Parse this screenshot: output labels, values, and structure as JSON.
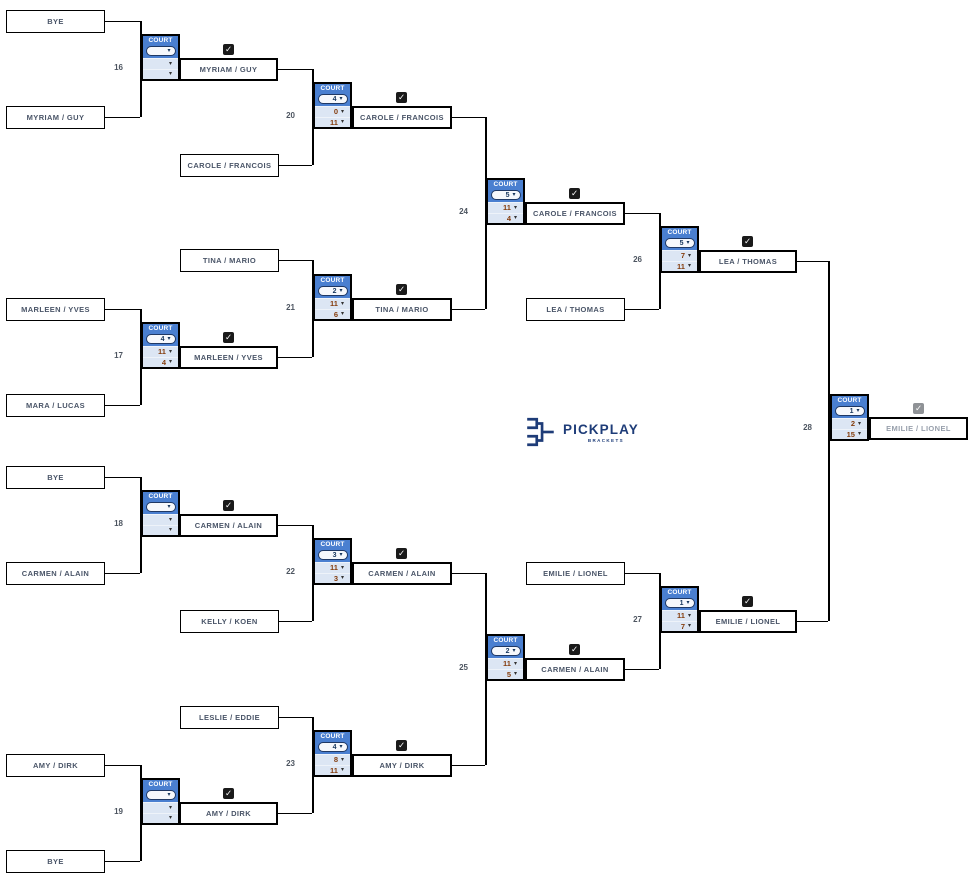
{
  "glyphs": {
    "dropdown_arrow": "▾",
    "check": "✓"
  },
  "court_widget": {
    "title": "COURT"
  },
  "logo": {
    "title": "PICKPLAY",
    "subtitle": "BRACKETS"
  },
  "colors": {
    "court_header_blue": "#4a7fd0",
    "score_row_bg": "#dce6f4",
    "score_text": "#843c0c",
    "team_text": "#4a5568",
    "logo_navy": "#1e3c78",
    "checkbox_done": "#1a1a1a",
    "checkbox_pending": "#8f9296"
  },
  "teams": {
    "bye": "BYE",
    "myriam_guy": "MYRIAM / GUY",
    "carole_francois": "CAROLE / FRANCOIS",
    "tina_mario": "TINA / MARIO",
    "marleen_yves": "MARLEEN / YVES",
    "mara_lucas": "MARA / LUCAS",
    "lea_thomas": "LEA / THOMAS",
    "carmen_alain": "CARMEN / ALAIN",
    "kelly_koen": "KELLY / KOEN",
    "emilie_lionel": "EMILIE / LIONEL",
    "leslie_eddie": "LESLIE / EDDIE",
    "amy_dirk": "AMY / DIRK"
  },
  "matches": {
    "m16": {
      "number": "16",
      "court": "",
      "score1": "",
      "score2": "",
      "winner": "MYRIAM / GUY"
    },
    "m17": {
      "number": "17",
      "court": "4",
      "score1": "11",
      "score2": "4",
      "winner": "MARLEEN / YVES"
    },
    "m18": {
      "number": "18",
      "court": "",
      "score1": "",
      "score2": "",
      "winner": "CARMEN / ALAIN"
    },
    "m19": {
      "number": "19",
      "court": "",
      "score1": "",
      "score2": "",
      "winner": "AMY / DIRK"
    },
    "m20": {
      "number": "20",
      "court": "4",
      "score1": "0",
      "score2": "11",
      "winner": "CAROLE / FRANCOIS"
    },
    "m21": {
      "number": "21",
      "court": "2",
      "score1": "11",
      "score2": "6",
      "winner": "TINA / MARIO"
    },
    "m22": {
      "number": "22",
      "court": "3",
      "score1": "11",
      "score2": "3",
      "winner": "CARMEN / ALAIN"
    },
    "m23": {
      "number": "23",
      "court": "4",
      "score1": "8",
      "score2": "11",
      "winner": "AMY / DIRK"
    },
    "m24": {
      "number": "24",
      "court": "5",
      "score1": "11",
      "score2": "4",
      "winner": "CAROLE / FRANCOIS"
    },
    "m25": {
      "number": "25",
      "court": "2",
      "score1": "11",
      "score2": "5",
      "winner": "CARMEN / ALAIN"
    },
    "m26": {
      "number": "26",
      "court": "5",
      "score1": "7",
      "score2": "11",
      "winner": "LEA / THOMAS"
    },
    "m27": {
      "number": "27",
      "court": "1",
      "score1": "11",
      "score2": "7",
      "winner": "EMILIE / LIONEL"
    },
    "m28": {
      "number": "28",
      "court": "1",
      "score1": "2",
      "score2": "15",
      "winner": "EMILIE / LIONEL"
    }
  }
}
